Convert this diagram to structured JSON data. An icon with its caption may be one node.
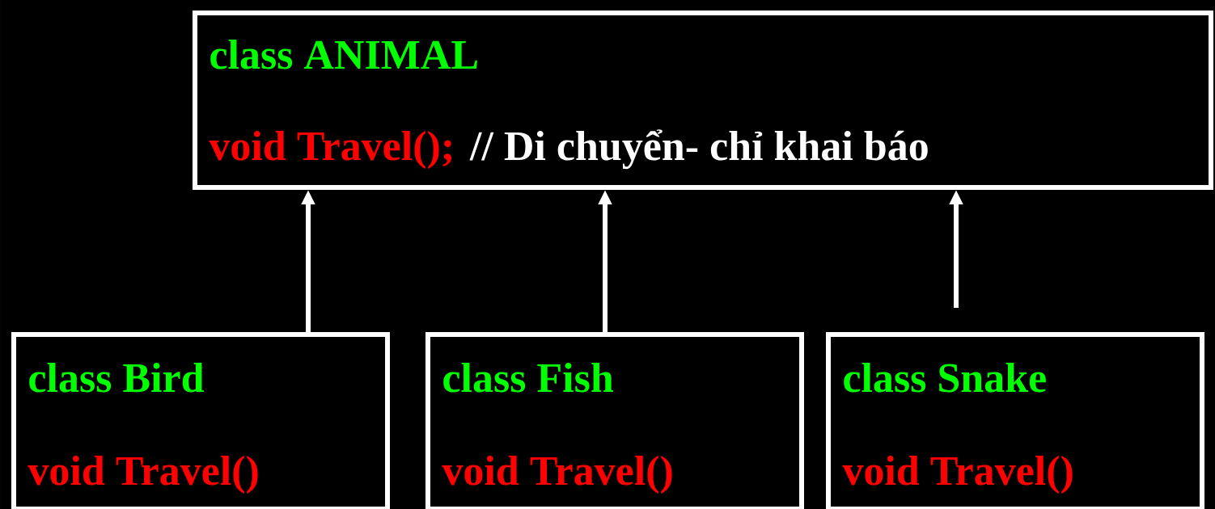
{
  "diagram": {
    "nodes": [
      {
        "text": [
          "class ANIMAL",
          "void Travel();",
          "// Di chuyển- chỉ khai báo"
        ]
      },
      {
        "text": [
          "class Bird",
          "void Travel()"
        ]
      },
      {
        "text": [
          "class Fish",
          "void Travel()"
        ]
      },
      {
        "text": [
          "class Snake",
          "void Travel()"
        ]
      }
    ],
    "edges": [
      {
        "from": 1,
        "to": 0,
        "arrow": "to"
      },
      {
        "from": 2,
        "to": 0,
        "arrow": "to"
      },
      {
        "from": 3,
        "to": 0,
        "arrow": "to"
      }
    ]
  }
}
